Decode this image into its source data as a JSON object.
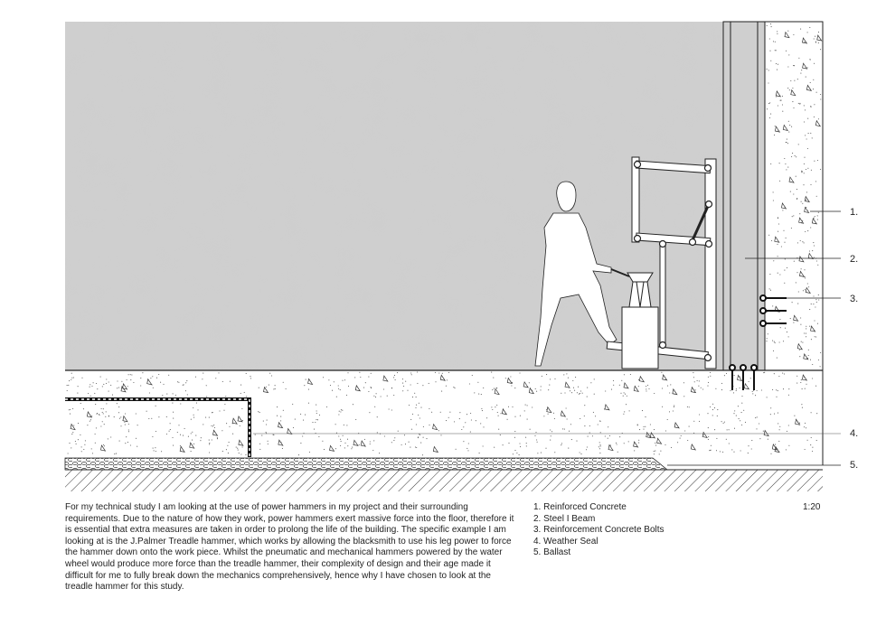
{
  "callouts": [
    "1.",
    "2.",
    "3.",
    "4.",
    "5."
  ],
  "scale": "1:20",
  "description": "For my technical study I am looking at the use of power hammers in my project and their surrounding requirements. Due to the nature of how they work, power hammers exert massive force into the floor, therefore it is essential that extra measures are taken in order to prolong the life of the building. The specific example I am looking at is the J.Palmer Treadle hammer, which works by allowing the blacksmith to use his leg power to force the hammer down onto the work piece. Whilst the pneumatic and mechanical hammers powered by the water wheel would produce more force than the treadle hammer, their complexity of design and their age made it difficult for me to fully break down the mechanics comprehensively, hence why I have chosen to look at the treadle hammer for this study.",
  "legend": [
    "1. Reinforced Concrete",
    "2. Steel I Beam",
    "3. Reinforcement Concrete Bolts",
    "4. Weather Seal",
    "5. Ballast"
  ],
  "colors": {
    "wall_fill": "#cfcfcf",
    "concrete_fill": "#ffffff",
    "line": "#222222",
    "figure_fill": "#ffffff"
  },
  "icons": [
    "blacksmith-figure",
    "treadle-hammer",
    "anvil",
    "bolt",
    "hatch-ground"
  ]
}
